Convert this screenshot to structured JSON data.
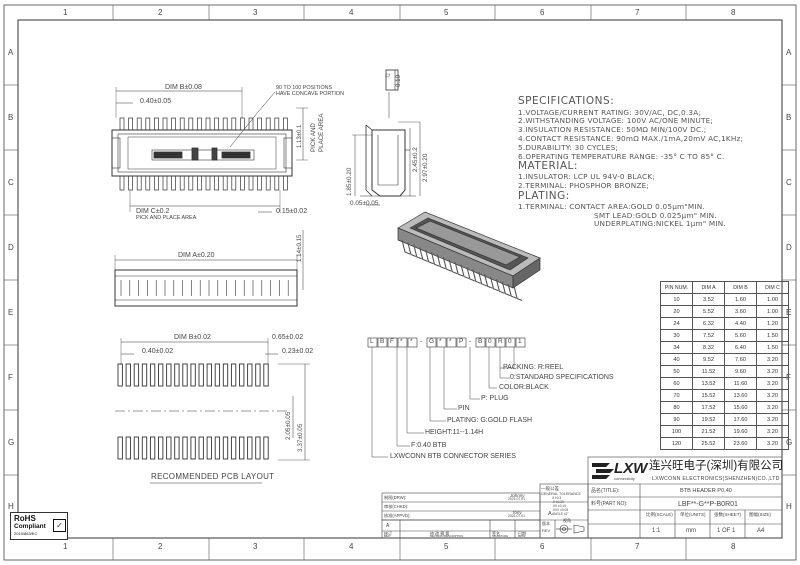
{
  "frame": {
    "columns": [
      "1",
      "2",
      "3",
      "4",
      "5",
      "6",
      "7",
      "8"
    ],
    "rows": [
      "A",
      "B",
      "C",
      "D",
      "E",
      "F",
      "G",
      "H"
    ]
  },
  "top_view": {
    "dim_b": "DIM B±0.08",
    "pitch": "0.40±0.05",
    "note_line1": "90 TO 100 POSITIONS",
    "note_line2": "HAVE CONCAVE PORTION",
    "pick_dim": "1.13±0.1",
    "pick_label1": "PICK AND",
    "pick_label2": "PLACE AREA",
    "dim_c": "DIM C±0.2",
    "pick_label_bottom": "PICK AND PLACE AREA",
    "lead_width": "0.15±0.02"
  },
  "side_view": {
    "flatness_symbol": "▱",
    "flatness_value": "0.10",
    "height": "1.85±0.20",
    "body": "2.45±0.2",
    "total": "2.97±0.20",
    "offset": "0.05±0.05"
  },
  "specifications": {
    "title": "SPECIFICATIONS:",
    "lines": [
      "1.VOLTAGE/CURRENT RATING: 30V/AC, DC,0.3A;",
      "2.WITHSTANDING VOLTAGE: 100V AC/ONE MINUTE;",
      "3.INSULATION RESISTANCE: 50MΩ MIN/100V DC.;",
      "4.CONTACT RESISTANCE: 90mΩ MAX./1mA,20mV AC,1KHz;",
      "5.DURABILITY: 30 CYCLES;",
      "6.OPERATING TEMPERATURE RANGE: -35° C TO 85° C."
    ],
    "material_title": "MATERIAL:",
    "material_lines": [
      "1.INSULATOR: LCP UL 94V-0 BLACK;",
      "2.TERMINAL: PHOSPHOR BRONZE;"
    ],
    "plating_title": "PLATING:",
    "plating_lines": [
      "1.TERMINAL:  CONTACT AREA:GOLD 0.05μm\"MIN.",
      "SMT LEAD:GOLD 0.025μm\" MIN.",
      "UNDERPLATING:NICKEL 1μm\" MIN."
    ]
  },
  "front_view": {
    "dim_a": "DIM A±0.20",
    "height": "1.14±0.15"
  },
  "pcb_layout": {
    "dim_b": "DIM B±0.02",
    "pad_width": "0.65±0.02",
    "pitch": "0.40±0.02",
    "pad_gap": "0.23±0.02",
    "inner": "2.05±0.05",
    "outer": "3.37±0.05",
    "caption": "RECOMMENDED PCB LAYOUT"
  },
  "part_code": {
    "boxes": [
      "L",
      "B",
      "F",
      "*",
      "*",
      "-",
      "G",
      "*",
      "*",
      "P",
      "-",
      "B",
      "0",
      "R",
      "0",
      "1"
    ],
    "legend": [
      "PACKING: R:REEL",
      "0:STANDARD SPECIFICATIONS",
      "COLOR:BLACK",
      "P: PLUG",
      "PIN",
      "PLATING:  G:GOLD FLASH",
      "HEIGHT:11--1.14H",
      "F:0.40 BTB",
      "LXWCONN BTB CONNECTOR SERIES"
    ]
  },
  "dim_table": {
    "headers": [
      "PIN NUM.",
      "DIM A",
      "DIM B",
      "DIM C"
    ],
    "rows": [
      [
        "10",
        "3.52",
        "1.60",
        "1.00"
      ],
      [
        "20",
        "5.52",
        "3.60",
        "1.00"
      ],
      [
        "24",
        "6.32",
        "4.40",
        "1.20"
      ],
      [
        "30",
        "7.52",
        "5.60",
        "1.50"
      ],
      [
        "34",
        "8.32",
        "6.40",
        "1.50"
      ],
      [
        "40",
        "9.52",
        "7.60",
        "3.20"
      ],
      [
        "50",
        "11.52",
        "9.60",
        "3.20"
      ],
      [
        "60",
        "13.52",
        "11.60",
        "3.20"
      ],
      [
        "70",
        "15.52",
        "13.60",
        "3.20"
      ],
      [
        "80",
        "17.52",
        "15.60",
        "3.20"
      ],
      [
        "90",
        "19.52",
        "17.60",
        "3.20"
      ],
      [
        "100",
        "21.52",
        "19.60",
        "3.20"
      ],
      [
        "120",
        "25.52",
        "23.60",
        "3.20"
      ]
    ]
  },
  "title_block": {
    "logo_text": "LXW",
    "logo_sub": "connectivity",
    "company_cn": "连兴旺电子(深圳)有限公司",
    "company_en": "LXWCONN ELECTRONICS(SHENZHEN)CO.,LTD",
    "product_label": "品名(TITLE):",
    "product": "BTB HEADER P0.40",
    "part_label": "料号(PART NO):",
    "part_no": "LBF**-G**P-B0R01",
    "scale_label": "比例(SCALE)",
    "scale": "1:1",
    "unit_label": "单位(UNITS)",
    "unit": "mm",
    "sheet_label": "张数(SHEET)",
    "sheet": "1 OF 1",
    "size_label": "图幅(SIZE)",
    "size": "A4",
    "tolerance_title": "一般公差",
    "tolerance_sub": "GENERAL TOLERANCE",
    "tolerance_rows": [
      "X ±0.3",
      ".X ±0.20",
      ".XX ±0.10",
      ".XXX ±0.05",
      "ANGLE ±2°"
    ],
    "drawn_label": "制图(DRW):",
    "drawn_by": "Johnny",
    "drawn_date": "2021.07.01",
    "checked_label": "审核(CHKD):",
    "approved_label": "核准(APPVD):",
    "approved_by": "Tony",
    "approved_date": "2021.07.01",
    "rev_header": [
      "修订",
      "修 改 摘 要",
      "签名",
      "日期"
    ],
    "rev_header_en": [
      "REV.",
      "REVISION DESCRIPTION",
      "SIGNATURE",
      "DATE"
    ],
    "rev_a": "A",
    "rev_cn": "版本",
    "rev_en": "REV",
    "rev_value": "A",
    "proj_label": "视角"
  },
  "rohs": {
    "title": "RoHS",
    "subtitle": "Compliant",
    "year": "2015/863/EC"
  }
}
